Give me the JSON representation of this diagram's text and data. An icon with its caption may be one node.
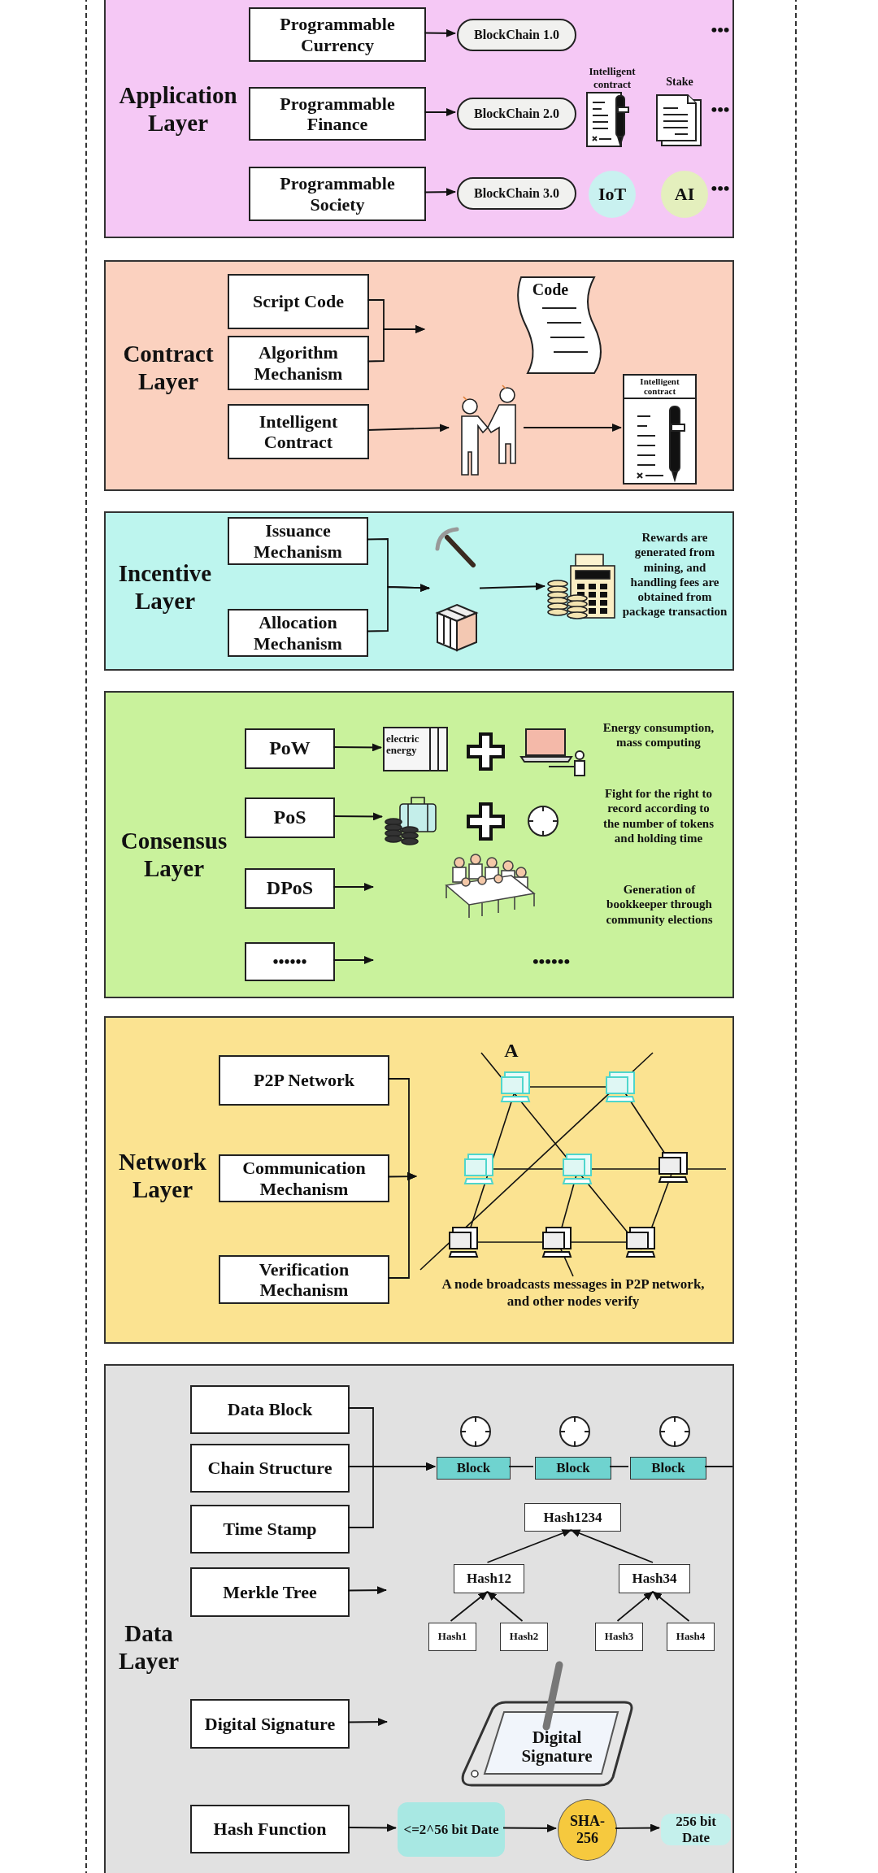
{
  "diagram": {
    "nodes": [
      {
        "text": [
          "Application Layer"
        ]
      },
      {
        "text": [
          "Programmable Currency"
        ],
        "in": 0
      },
      {
        "text": [
          "BlockChain 1.0"
        ],
        "in": 0
      },
      {
        "text": [
          "Programmable Finance"
        ],
        "in": 0
      },
      {
        "text": [
          "BlockChain 2.0"
        ],
        "in": 0
      },
      {
        "text": [
          "Programmable Society"
        ],
        "in": 0
      },
      {
        "text": [
          "BlockChain 3.0"
        ],
        "in": 0
      },
      {
        "text": [
          "IoT"
        ],
        "in": 0
      },
      {
        "text": [
          "AI"
        ],
        "in": 0,
        "beside": [
          "•••"
        ]
      },
      {
        "text": [
          "Contract Layer"
        ]
      },
      {
        "text": [
          "Script Code"
        ],
        "in": 9
      },
      {
        "text": [
          "Algorithm Mechanism"
        ],
        "in": 9
      },
      {
        "text": [
          "Intelligent Contract"
        ],
        "in": 9
      },
      {
        "text": [
          "Code"
        ],
        "in": 9
      },
      {
        "text": [],
        "shape": "picture",
        "in": 9
      },
      {
        "text": [
          "Intelligent contract"
        ],
        "in": 9
      },
      {
        "text": [
          "Incentive Layer"
        ]
      },
      {
        "text": [
          "Issuance Mechanism"
        ],
        "in": 16
      },
      {
        "text": [
          "Allocation Mechanism"
        ],
        "in": 16
      },
      {
        "text": [],
        "shape": "picture",
        "in": 16,
        "beside": [
          "Rewards are generated from mining, and handling fees are obtained from package transaction"
        ]
      },
      {
        "text": [
          "Consensus Layer"
        ]
      },
      {
        "text": [
          "PoW"
        ],
        "in": 20
      },
      {
        "text": [
          "electric energy"
        ],
        "in": 20
      },
      {
        "text": [
          "PoS"
        ],
        "in": 20
      },
      {
        "text": [],
        "shape": "picture",
        "in": 20
      },
      {
        "text": [
          "DPoS"
        ],
        "in": 20
      },
      {
        "text": [
          "••••••"
        ],
        "in": 20
      },
      {
        "text": [
          "Network Layer"
        ]
      },
      {
        "text": [
          "P2P Network"
        ],
        "in": 27
      },
      {
        "text": [
          "Communication Mechanism"
        ],
        "in": 27
      },
      {
        "text": [
          "Verification Mechanism"
        ],
        "in": 27
      },
      {
        "text": [
          "Data Layer"
        ]
      },
      {
        "text": [
          "Data Block"
        ],
        "in": 31
      },
      {
        "text": [
          "Chain Structure"
        ],
        "in": 31
      },
      {
        "text": [
          "Time Stamp"
        ],
        "in": 31
      },
      {
        "text": [
          "Block"
        ],
        "in": 31
      },
      {
        "text": [
          "Block"
        ],
        "in": 31
      },
      {
        "text": [
          "Block"
        ],
        "in": 31
      },
      {
        "text": [
          "Hash1234"
        ],
        "in": 31
      },
      {
        "text": [
          "Merkle Tree"
        ],
        "in": 31
      },
      {
        "text": [
          "Hash12"
        ],
        "in": 31
      },
      {
        "text": [
          "Hash34"
        ],
        "in": 31
      },
      {
        "text": [
          "Hash1"
        ],
        "in": 31
      },
      {
        "text": [
          "Hash2"
        ],
        "in": 31
      },
      {
        "text": [
          "Hash3"
        ],
        "in": 31
      },
      {
        "text": [
          "Hash4"
        ],
        "in": 31
      },
      {
        "text": [
          "Digital Signature"
        ],
        "in": 31
      },
      {
        "text": [
          "Digital Signature"
        ],
        "in": 31
      },
      {
        "text": [
          "Hash Function"
        ],
        "in": 31
      },
      {
        "text": [
          "<=2^56 bit Date"
        ],
        "in": 31
      },
      {
        "text": [
          "SHA-256"
        ],
        "in": 31
      },
      {
        "text": [
          "256 bit Date"
        ],
        "in": 31
      },
      {
        "text": [],
        "shape": "picture",
        "in": 27
      },
      {
        "text": [],
        "shape": "picture",
        "in": 16
      }
    ],
    "edges": [
      {
        "from": 1,
        "to": 2,
        "arrow": "to"
      },
      {
        "from": 3,
        "to": 4,
        "arrow": "to"
      },
      {
        "from": 5,
        "to": 6,
        "arrow": "to"
      },
      {
        "from": 10,
        "to": null,
        "arrow": "to"
      },
      {
        "from": 11,
        "to": null,
        "arrow": "to"
      },
      {
        "from": 12,
        "to": 14,
        "arrow": "to"
      },
      {
        "from": 14,
        "to": 15,
        "arrow": "to"
      },
      {
        "from": 17,
        "to": 53,
        "arrow": "to"
      },
      {
        "from": 18,
        "to": 53,
        "arrow": "to"
      },
      {
        "from": 53,
        "to": 19,
        "arrow": "to"
      },
      {
        "from": 21,
        "to": 22,
        "arrow": "to"
      },
      {
        "from": 23,
        "to": 24,
        "arrow": "to"
      },
      {
        "from": 25,
        "to": null,
        "arrow": "to"
      },
      {
        "from": 26,
        "to": null,
        "arrow": "to"
      },
      {
        "from": 28,
        "to": 52,
        "arrow": "to"
      },
      {
        "from": 29,
        "to": 52,
        "arrow": "to"
      },
      {
        "from": 30,
        "to": 52,
        "arrow": "to"
      },
      {
        "from": 32,
        "to": 35,
        "arrow": "to"
      },
      {
        "from": 33,
        "to": 35,
        "arrow": "to"
      },
      {
        "from": 34,
        "to": 35,
        "arrow": "to"
      },
      {
        "from": 35,
        "to": 36,
        "arrow": "none"
      },
      {
        "from": 36,
        "to": 37,
        "arrow": "none"
      },
      {
        "from": 37,
        "to": null,
        "arrow": "none"
      },
      {
        "from": 40,
        "to": 38,
        "arrow": "to"
      },
      {
        "from": 41,
        "to": 38,
        "arrow": "to"
      },
      {
        "from": 42,
        "to": 40,
        "arrow": "to"
      },
      {
        "from": 43,
        "to": 40,
        "arrow": "to"
      },
      {
        "from": 44,
        "to": 41,
        "arrow": "to"
      },
      {
        "from": 45,
        "to": 41,
        "arrow": "to"
      },
      {
        "from": 39,
        "to": null,
        "arrow": "to"
      },
      {
        "from": 46,
        "to": null,
        "arrow": "to"
      },
      {
        "from": 48,
        "to": 49,
        "arrow": "to"
      },
      {
        "from": 49,
        "to": 50,
        "arrow": "to"
      },
      {
        "from": 50,
        "to": 51,
        "arrow": "to"
      }
    ],
    "labels": [
      "•••",
      "Intelligent contract",
      "Stake",
      "•••",
      "Energy consumption, mass computing",
      "Fight for the right to record according to the number of tokens and holding time",
      "Generation of bookkeeper through community elections",
      "••••••",
      "A",
      "A node broadcasts messages in P2P network, and other nodes verify"
    ]
  }
}
